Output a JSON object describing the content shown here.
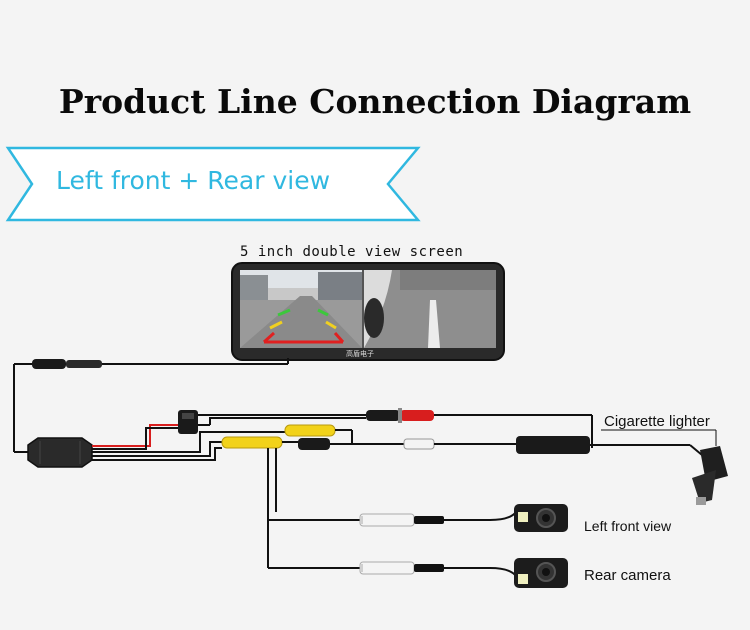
{
  "title": "Product Line Connection Diagram",
  "banner": {
    "text": "Left front  + Rear view",
    "color": "#30b8e0"
  },
  "screen": {
    "label": "5 inch double view screen",
    "brand": "高盾电子"
  },
  "components": {
    "cigarette_lighter": "Cigarette lighter",
    "left_front_camera": "Left front view",
    "rear_camera": "Rear camera"
  },
  "colors": {
    "wire": "#111111",
    "red_wire": "#d81e1e",
    "yellow_rca": "#f2d21a",
    "banner": "#30b8e0",
    "guide_red": "#e02020",
    "guide_yellow": "#f0d020",
    "guide_green": "#3cc83c"
  }
}
